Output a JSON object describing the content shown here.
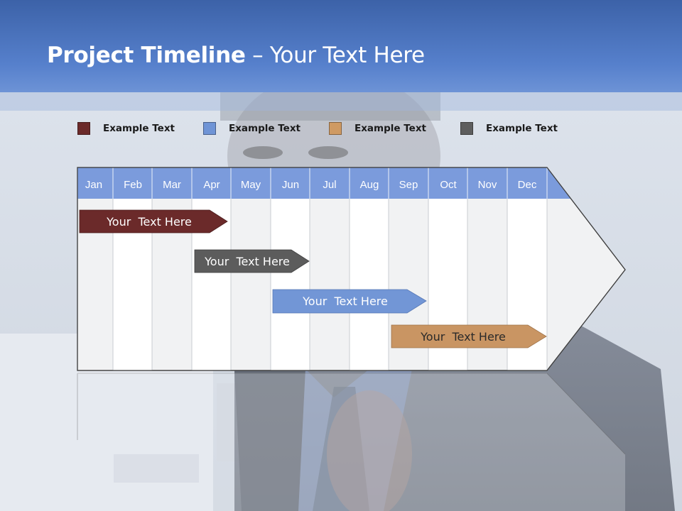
{
  "title": {
    "bold": "Project Timeline",
    "rest": " – Your Text Here"
  },
  "colors": {
    "header_blue": "#4f78c4",
    "month_header": "#7b9bdc",
    "maroon": "#6b2a2a",
    "gray": "#5c5c5c",
    "blue": "#7296d6",
    "tan": "#c99563"
  },
  "legend": [
    {
      "label": "Example Text",
      "color": "#6b2a2a"
    },
    {
      "label": "Example Text",
      "color": "#6f94d6"
    },
    {
      "label": "Example Text",
      "color": "#cf9a63"
    },
    {
      "label": "Example Text",
      "color": "#5e5e5e"
    }
  ],
  "months": [
    "Jan",
    "Feb",
    "Mar",
    "Apr",
    "May",
    "Jun",
    "Jul",
    "Aug",
    "Sep",
    "Oct",
    "Nov",
    "Dec"
  ],
  "bars": [
    {
      "label": "Your  Text Here",
      "color_key": "maroon"
    },
    {
      "label": "Your  Text Here",
      "color_key": "gray"
    },
    {
      "label": "Your  Text Here",
      "color_key": "blue"
    },
    {
      "label": "Your  Text Here",
      "color_key": "tan"
    }
  ]
}
